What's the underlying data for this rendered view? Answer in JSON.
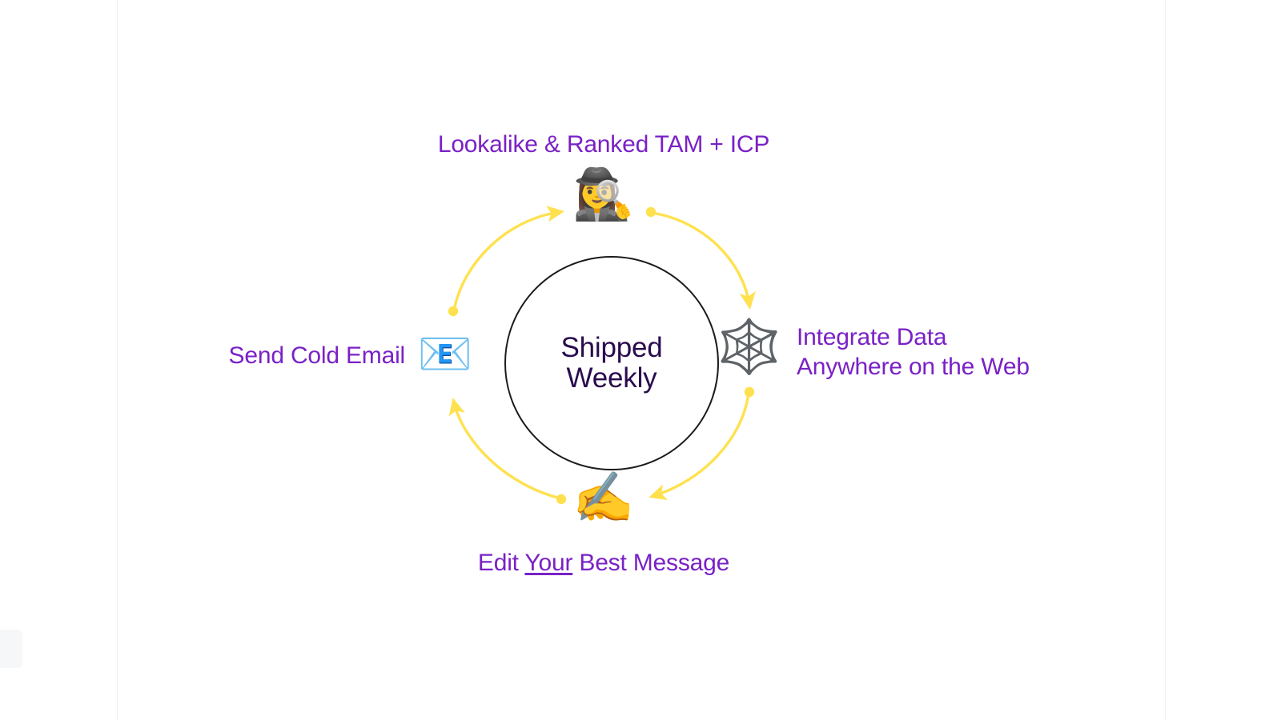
{
  "diagram": {
    "type": "cycle",
    "direction": "clockwise",
    "center": {
      "text": "Shipped\nWeekly",
      "line1": "Shipped",
      "line2": "Weekly",
      "text_color": "#2a0b4e",
      "stroke_color": "#1b1b1b"
    },
    "accent_color": "#7a21c6",
    "arrow_color": "#ffe14f",
    "background_color": "#ffffff",
    "nodes": [
      {
        "id": "research",
        "position": "top",
        "label": "Lookalike & Ranked TAM + ICP",
        "icon": "detective-emoji",
        "glyph": "🕵️‍♀️"
      },
      {
        "id": "integrate",
        "position": "right",
        "label": "Integrate Data\nAnywhere on the Web",
        "label_line1": "Integrate Data",
        "label_line2": "Anywhere on the Web",
        "icon": "spider-web-emoji",
        "glyph": "🕸️"
      },
      {
        "id": "edit",
        "position": "bottom",
        "label": "Edit Your Best Message",
        "label_prefix": "Edit ",
        "label_emphasis": "Your",
        "label_suffix": " Best Message",
        "icon": "writing-hand-emoji",
        "glyph": "✍️"
      },
      {
        "id": "send",
        "position": "left",
        "label": "Send Cold Email",
        "icon": "email-emoji",
        "glyph": "📧"
      }
    ],
    "arrows": [
      {
        "id": "arrow-send-to-research",
        "from": "send",
        "to": "research"
      },
      {
        "id": "arrow-research-to-integrate",
        "from": "research",
        "to": "integrate"
      },
      {
        "id": "arrow-integrate-to-edit",
        "from": "integrate",
        "to": "edit"
      },
      {
        "id": "arrow-edit-to-send",
        "from": "edit",
        "to": "send"
      }
    ]
  }
}
